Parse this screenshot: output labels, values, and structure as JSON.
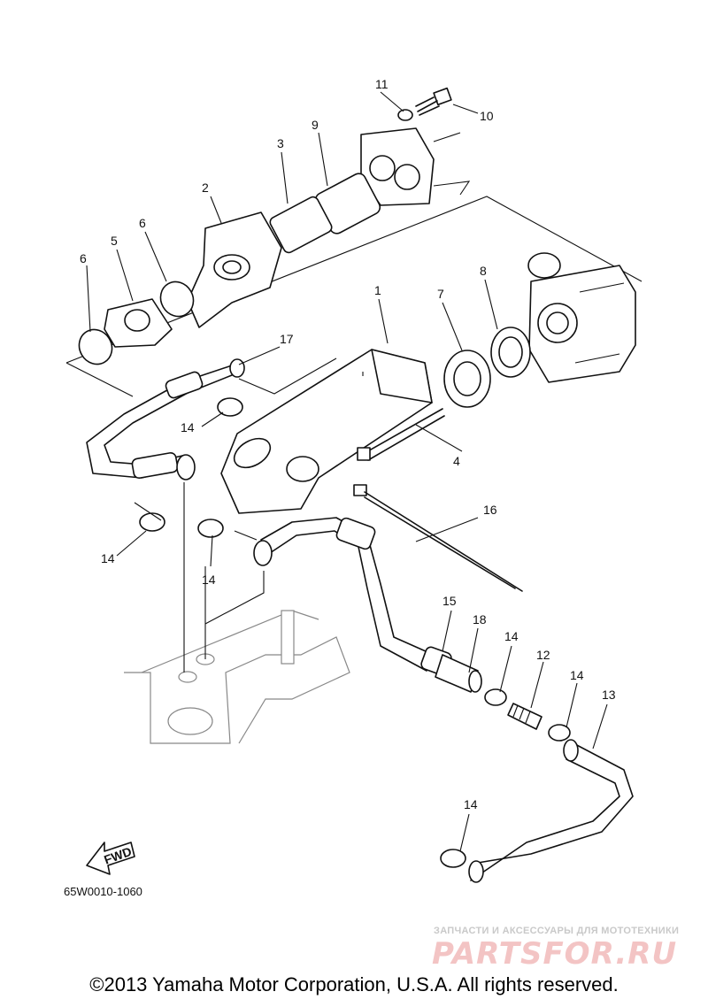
{
  "diagram": {
    "callouts": {
      "p1": "1",
      "p2": "2",
      "p3": "3",
      "p4": "4",
      "p5": "5",
      "p6a": "6",
      "p6b": "6",
      "p7": "7",
      "p8": "8",
      "p9": "9",
      "p10": "10",
      "p11": "11",
      "p12": "12",
      "p13": "13",
      "p14a": "14",
      "p14b": "14",
      "p14c": "14",
      "p14d": "14",
      "p14e": "14",
      "p14f": "14",
      "p15": "15",
      "p16": "16",
      "p17": "17",
      "p18": "18"
    },
    "fwd_label": "FWD",
    "drawing_code": "65W0010-1060"
  },
  "watermark": {
    "tagline": "ЗАПЧАСТИ И АКСЕССУАРЫ ДЛЯ МОТОТЕХНИКИ",
    "logo": "PARTSFOR.RU"
  },
  "footer": {
    "copyright": "©2013 Yamaha Motor Corporation, U.S.A. All rights reserved."
  }
}
